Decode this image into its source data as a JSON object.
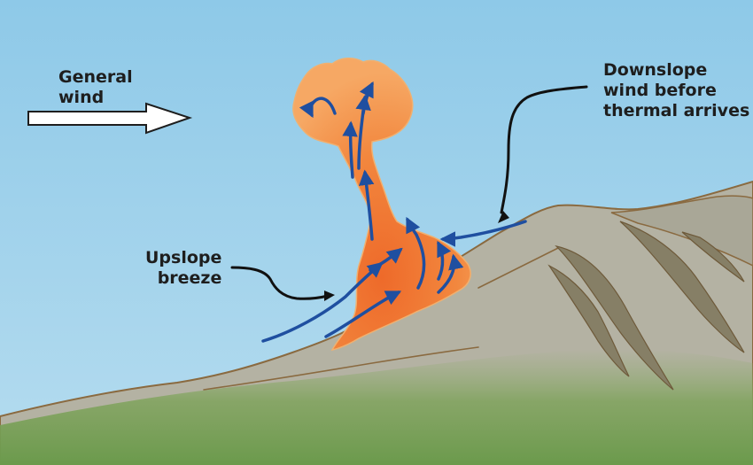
{
  "labels": {
    "general_wind": [
      "General",
      "wind"
    ],
    "upslope_breeze": [
      "Upslope",
      "breeze"
    ],
    "downslope_wind": [
      "Downslope",
      "wind before",
      "thermal arrives"
    ]
  },
  "colors": {
    "sky_top": "#8ec9e8",
    "sky_bottom": "#b5dcef",
    "mountain": "#b4b2a3",
    "mountain_outline": "#8a6a40",
    "grass": "#7aa25a",
    "fire_light": "#f4a25c",
    "fire_dark": "#ea6a2c",
    "wind_arrow": "#1f4fa0",
    "callout": "#111111"
  }
}
